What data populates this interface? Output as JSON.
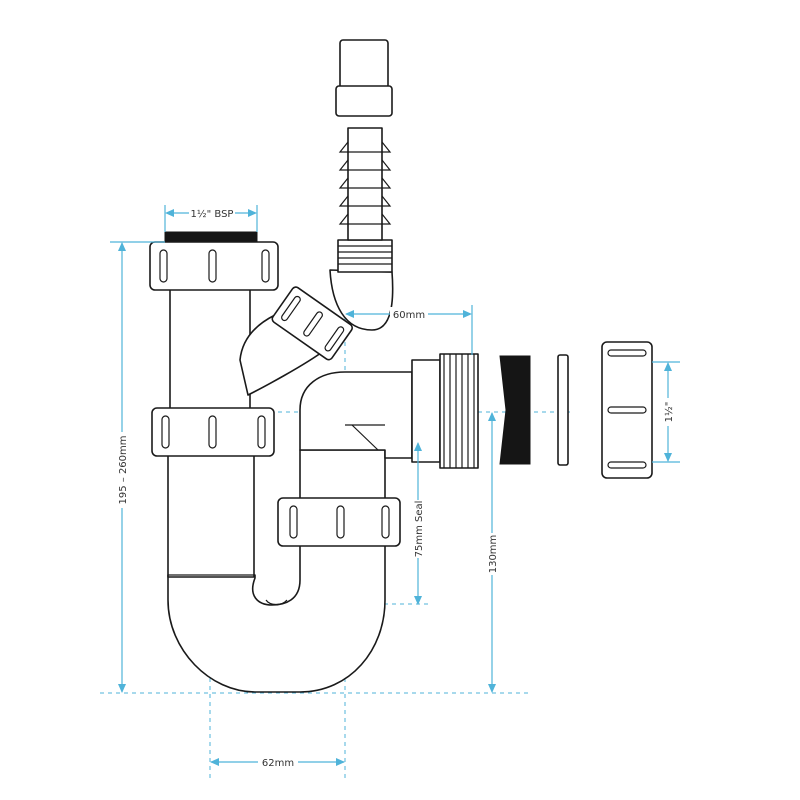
{
  "colors": {
    "dimension": "#4fb3d9",
    "outline": "#1a1a1a",
    "seal": "#151515"
  },
  "labels": {
    "inlet_bsp": "1½\" BSP",
    "horizontal_60": "60mm",
    "height_range": "195 – 260mm",
    "seal_depth": "75mm Seal",
    "outlet_height": "130mm",
    "horizontal_62": "62mm",
    "outlet_size": "1½\""
  }
}
